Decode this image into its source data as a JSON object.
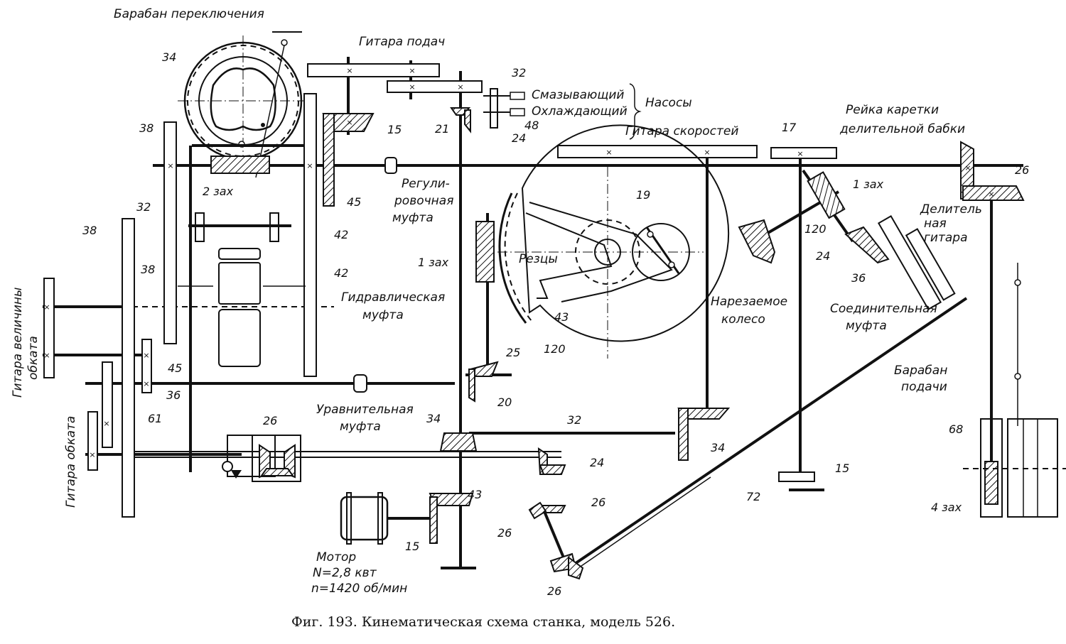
{
  "caption": "Фиг. 193. Кинематическая схема станка, модель 526.",
  "labels": {
    "switch_drum": "Барабан переключения",
    "feed_guitar": "Гитара подач",
    "lubricating": "Смазывающий",
    "cooling": "Охлаждающий",
    "pumps": "Насосы",
    "speed_guitar": "Гитара скоростей",
    "index_rack_1": "Рейка каретки",
    "index_rack_2": "делительной бабки",
    "regulating_clutch_1": "Регули-",
    "regulating_clutch_2": "ровочная",
    "regulating_clutch_3": "муфта",
    "hydraulic_clutch_1": "Гидравлическая",
    "hydraulic_clutch_2": "муфта",
    "cutters": "Резцы",
    "cut_wheel_1": "Нарезаемое",
    "cut_wheel_2": "колесо",
    "index_guitar_1": "Делитель",
    "index_guitar_2": "ная",
    "index_guitar_3": "гитара",
    "coupling_clutch_1": "Соединительная",
    "coupling_clutch_2": "муфта",
    "roll_size_guitar_1": "Гитара величины",
    "roll_size_guitar_2": "обката",
    "roll_guitar": "Гитара обката",
    "equalizing_clutch_1": "Уравнительная",
    "equalizing_clutch_2": "муфта",
    "feed_drum_1": "Барабан",
    "feed_drum_2": "подачи",
    "motor_1": "Мотор",
    "motor_2": "N=2,8 квт",
    "motor_3": "n=1420 об/мин"
  },
  "gear_numbers": [
    {
      "id": "g34-drum",
      "text": "34"
    },
    {
      "id": "g38-a",
      "text": "38"
    },
    {
      "id": "g2zah",
      "text": "2 зах"
    },
    {
      "id": "g32-a",
      "text": "32"
    },
    {
      "id": "g38-b",
      "text": "38"
    },
    {
      "id": "g38-c",
      "text": "38"
    },
    {
      "id": "g15-a",
      "text": "15"
    },
    {
      "id": "g45-a",
      "text": "45"
    },
    {
      "id": "g42-a",
      "text": "42"
    },
    {
      "id": "g42-b",
      "text": "42"
    },
    {
      "id": "g21",
      "text": "21"
    },
    {
      "id": "g32-pump",
      "text": "32"
    },
    {
      "id": "g48",
      "text": "48"
    },
    {
      "id": "g24-pump",
      "text": "24"
    },
    {
      "id": "g19",
      "text": "19"
    },
    {
      "id": "g1zah",
      "text": "1 зах"
    },
    {
      "id": "g43-cradle",
      "text": "43"
    },
    {
      "id": "g120-cradle",
      "text": "120"
    },
    {
      "id": "g17",
      "text": "17"
    },
    {
      "id": "g1zah-b",
      "text": "1 зах"
    },
    {
      "id": "g120-b",
      "text": "120"
    },
    {
      "id": "g24-b",
      "text": "24"
    },
    {
      "id": "g36-b",
      "text": "36"
    },
    {
      "id": "g26-top",
      "text": "26"
    },
    {
      "id": "g45-b",
      "text": "45"
    },
    {
      "id": "g36-a",
      "text": "36"
    },
    {
      "id": "g61",
      "text": "61"
    },
    {
      "id": "g26-diff",
      "text": "26"
    },
    {
      "id": "g25",
      "text": "25"
    },
    {
      "id": "g20",
      "text": "20"
    },
    {
      "id": "g34-mid",
      "text": "34"
    },
    {
      "id": "g32-mid",
      "text": "32"
    },
    {
      "id": "g24-mid",
      "text": "24"
    },
    {
      "id": "g26-mid-a",
      "text": "26"
    },
    {
      "id": "g26-mid-b",
      "text": "26"
    },
    {
      "id": "g26-low",
      "text": "26"
    },
    {
      "id": "g43-motor",
      "text": "43"
    },
    {
      "id": "g15-motor",
      "text": "15"
    },
    {
      "id": "g34-right",
      "text": "34"
    },
    {
      "id": "g72",
      "text": "72"
    },
    {
      "id": "g15-hand",
      "text": "15"
    },
    {
      "id": "g68",
      "text": "68"
    },
    {
      "id": "g4zah",
      "text": "4 зах"
    }
  ]
}
